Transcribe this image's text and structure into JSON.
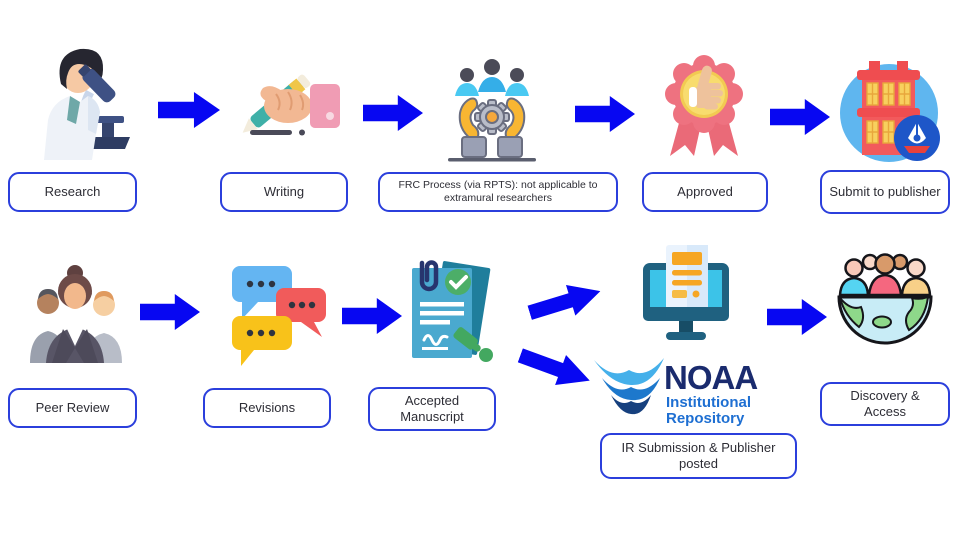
{
  "diagram": {
    "row1": {
      "research": "Research",
      "writing": "Writing",
      "frc": "FRC Process (via RPTS): not applicable to extramural researchers",
      "approved": "Approved",
      "submit": "Submit to publisher"
    },
    "row2": {
      "peer": "Peer Review",
      "revisions": "Revisions",
      "accepted": "Accepted Manuscript",
      "ir": "IR Submission & Publisher posted",
      "discovery": "Discovery & Access"
    },
    "noaa": {
      "title": "NOAA",
      "sub1": "Institutional",
      "sub2": "Repository"
    },
    "colors": {
      "arrow_blue": "#0707f2",
      "label_border_blue": "#2b3fdc",
      "label_text": "#2d2d35",
      "noaa_navy": "#1a2b6e",
      "noaa_blue": "#1e6fd2",
      "background": "#ffffff"
    }
  }
}
